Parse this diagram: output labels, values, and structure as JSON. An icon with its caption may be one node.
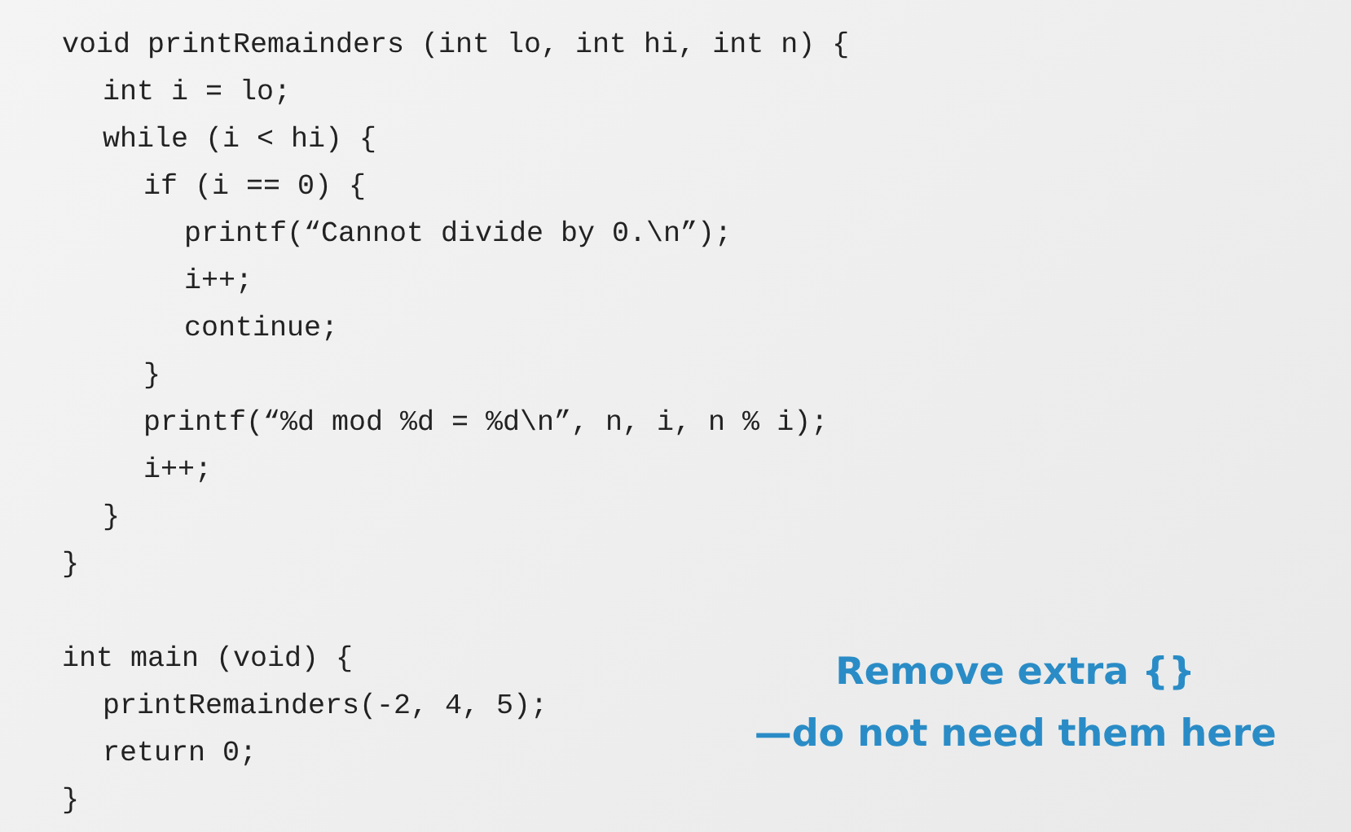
{
  "diagram": {
    "labels": [
      "void printRemainders (int lo, int hi, int n) {",
      "int i = lo;",
      "while (i < hi) {",
      "if (i == 0) {",
      "printf(“Cannot divide by 0.\\n”);",
      "i++;",
      "continue;",
      "}",
      "printf(“%d mod %d = %d\\n”, n, i, n % i);",
      "i++;",
      "}",
      "}",
      "int main (void) {",
      "printRemainders(-2, 4, 5);",
      "return 0;",
      "}",
      "Remove extra {}",
      "—do not need them here"
    ]
  }
}
